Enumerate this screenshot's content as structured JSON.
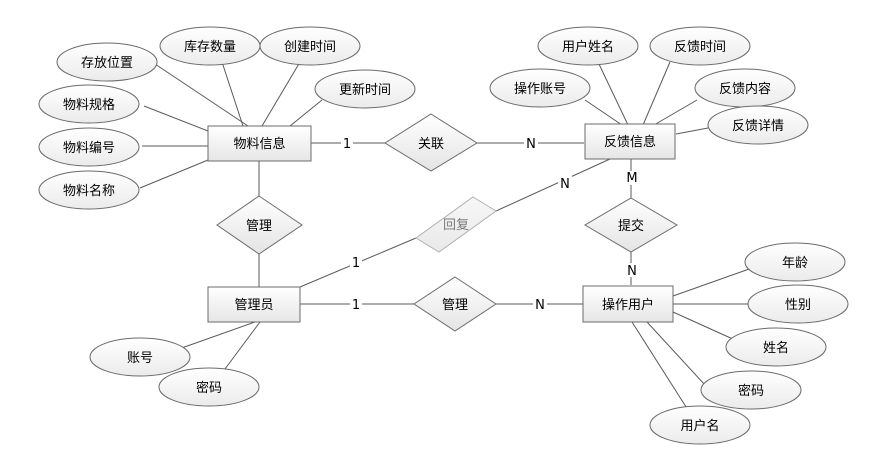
{
  "entities": {
    "material": "物料信息",
    "feedback": "反馈信息",
    "admin": "管理员",
    "operator": "操作用户"
  },
  "relationships": {
    "associate": "关联",
    "manage_material": "管理",
    "reply": "回复",
    "submit": "提交",
    "manage_operator": "管理"
  },
  "attributes": {
    "material": [
      "存放位置",
      "库存数量",
      "创建时间",
      "更新时间",
      "物料规格",
      "物料编号",
      "物料名称"
    ],
    "feedback": [
      "用户姓名",
      "反馈时间",
      "操作账号",
      "反馈内容",
      "反馈详情"
    ],
    "admin": [
      "账号",
      "密码"
    ],
    "operator": [
      "年龄",
      "性别",
      "姓名",
      "密码",
      "用户名"
    ]
  },
  "cardinalities": {
    "associate_material": "1",
    "associate_feedback": "N",
    "reply_admin": "1",
    "reply_feedback": "N",
    "submit_feedback": "M",
    "submit_operator": "N",
    "manage_admin": "1",
    "manage_operator": "N"
  }
}
